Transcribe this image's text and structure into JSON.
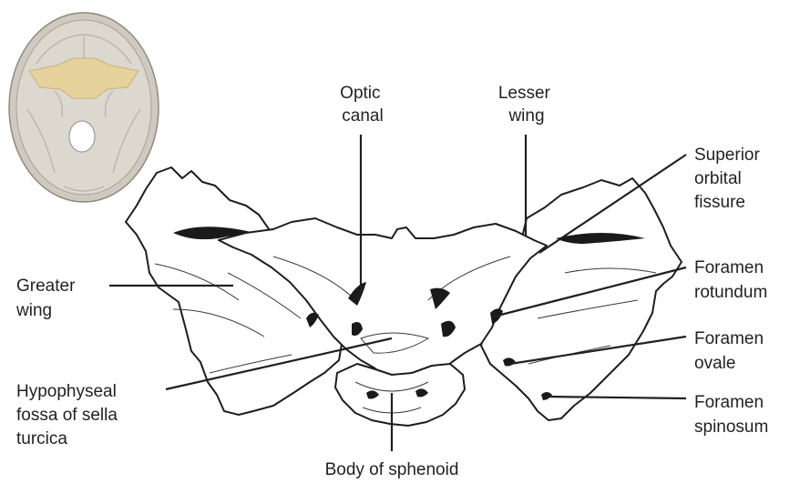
{
  "labels": {
    "optic_canal": [
      "Optic",
      "canal"
    ],
    "lesser_wing": [
      "Lesser",
      "wing"
    ],
    "superior_orbital_fissure": [
      "Superior",
      "orbital",
      "fissure"
    ],
    "foramen_rotundum": [
      "Foramen",
      "rotundum"
    ],
    "foramen_ovale": [
      "Foramen",
      "ovale"
    ],
    "foramen_spinosum": [
      "Foramen",
      "spinosum"
    ],
    "greater_wing": [
      "Greater",
      "wing"
    ],
    "hypophyseal_fossa": [
      "Hypophyseal",
      "fossa of sella",
      "turcica"
    ],
    "body_of_sphenoid": "Body of sphenoid"
  },
  "colors": {
    "text": "#231f20",
    "inset_skull": "#d9d4cb",
    "inset_highlight": "#ead9a6",
    "bone_outline": "#1d1d1b"
  },
  "icons": {
    "inset": "skull-base-orientation-icon"
  }
}
